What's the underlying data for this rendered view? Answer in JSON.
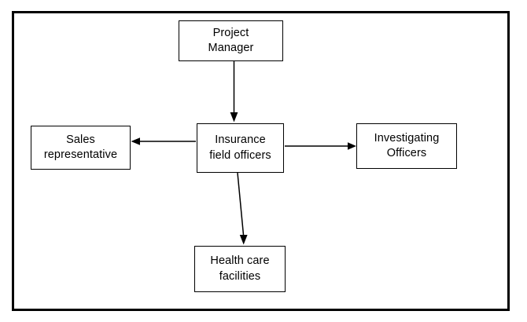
{
  "diagram": {
    "type": "flowchart",
    "title": "",
    "frame": {
      "border_color": "#000000",
      "background": "#ffffff"
    },
    "line_color": "#000000",
    "nodes": [
      {
        "id": "project-manager",
        "label": "Project\nManager",
        "shape": "rectangle"
      },
      {
        "id": "insurance-field-officers",
        "label": "Insurance\nfield officers",
        "shape": "rectangle"
      },
      {
        "id": "sales-representative",
        "label": "Sales\nrepresentative",
        "shape": "rectangle"
      },
      {
        "id": "investigating-officers",
        "label": "Investigating\nOfficers",
        "shape": "rectangle"
      },
      {
        "id": "health-care-facilities",
        "label": "Health care\nfacilities",
        "shape": "rectangle"
      }
    ],
    "edges": [
      {
        "id": "edge-pm-to-ifo",
        "from": "project-manager",
        "to": "insurance-field-officers",
        "label": "",
        "arrowhead": "filled-triangle",
        "direction": "down"
      },
      {
        "id": "edge-ifo-to-sales",
        "from": "insurance-field-officers",
        "to": "sales-representative",
        "label": "",
        "arrowhead": "filled-triangle",
        "direction": "left"
      },
      {
        "id": "edge-ifo-to-investigating",
        "from": "insurance-field-officers",
        "to": "investigating-officers",
        "label": "",
        "arrowhead": "filled-triangle",
        "direction": "right"
      },
      {
        "id": "edge-ifo-to-healthcare",
        "from": "insurance-field-officers",
        "to": "health-care-facilities",
        "label": "",
        "arrowhead": "filled-triangle",
        "direction": "down"
      }
    ]
  }
}
